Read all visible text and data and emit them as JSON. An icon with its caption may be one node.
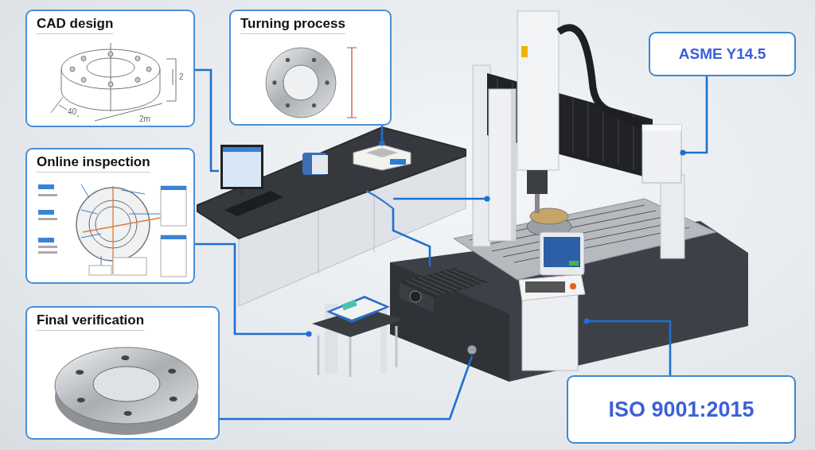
{
  "diagram": {
    "nodes": [
      {
        "text": [
          "CAD design"
        ]
      },
      {
        "text": [
          "Turning process"
        ]
      },
      {
        "text": [
          "Online inspection"
        ]
      },
      {
        "text": [
          "Final verification"
        ]
      },
      {
        "text": [
          "ASME Y14.5"
        ]
      },
      {
        "text": [
          "ISO 9001:2015"
        ]
      },
      {
        "text": [],
        "shape": "picture"
      },
      {
        "text": [],
        "shape": "picture"
      },
      {
        "text": [],
        "shape": "picture"
      },
      {
        "text": [],
        "shape": "picture"
      },
      {
        "text": [],
        "shape": "picture"
      },
      {
        "text": [],
        "shape": "circle"
      },
      {
        "text": [],
        "shape": "picture"
      },
      {
        "text": [],
        "shape": "picture"
      }
    ],
    "edges": [
      {
        "from": 0,
        "to": 6,
        "arrow": "none"
      },
      {
        "from": 1,
        "to": 7,
        "arrow": "other"
      },
      {
        "from": 2,
        "to": 8,
        "arrow": "other"
      },
      {
        "from": 3,
        "to": 11,
        "arrow": "none"
      },
      {
        "from": null,
        "to": 9,
        "arrow": "other"
      },
      {
        "from": null,
        "to": 10,
        "arrow": "none"
      },
      {
        "from": 4,
        "to": 13,
        "arrow": "other"
      },
      {
        "from": 5,
        "to": 12,
        "arrow": "other"
      }
    ],
    "labels": [
      "2",
      "40",
      "2m"
    ]
  }
}
